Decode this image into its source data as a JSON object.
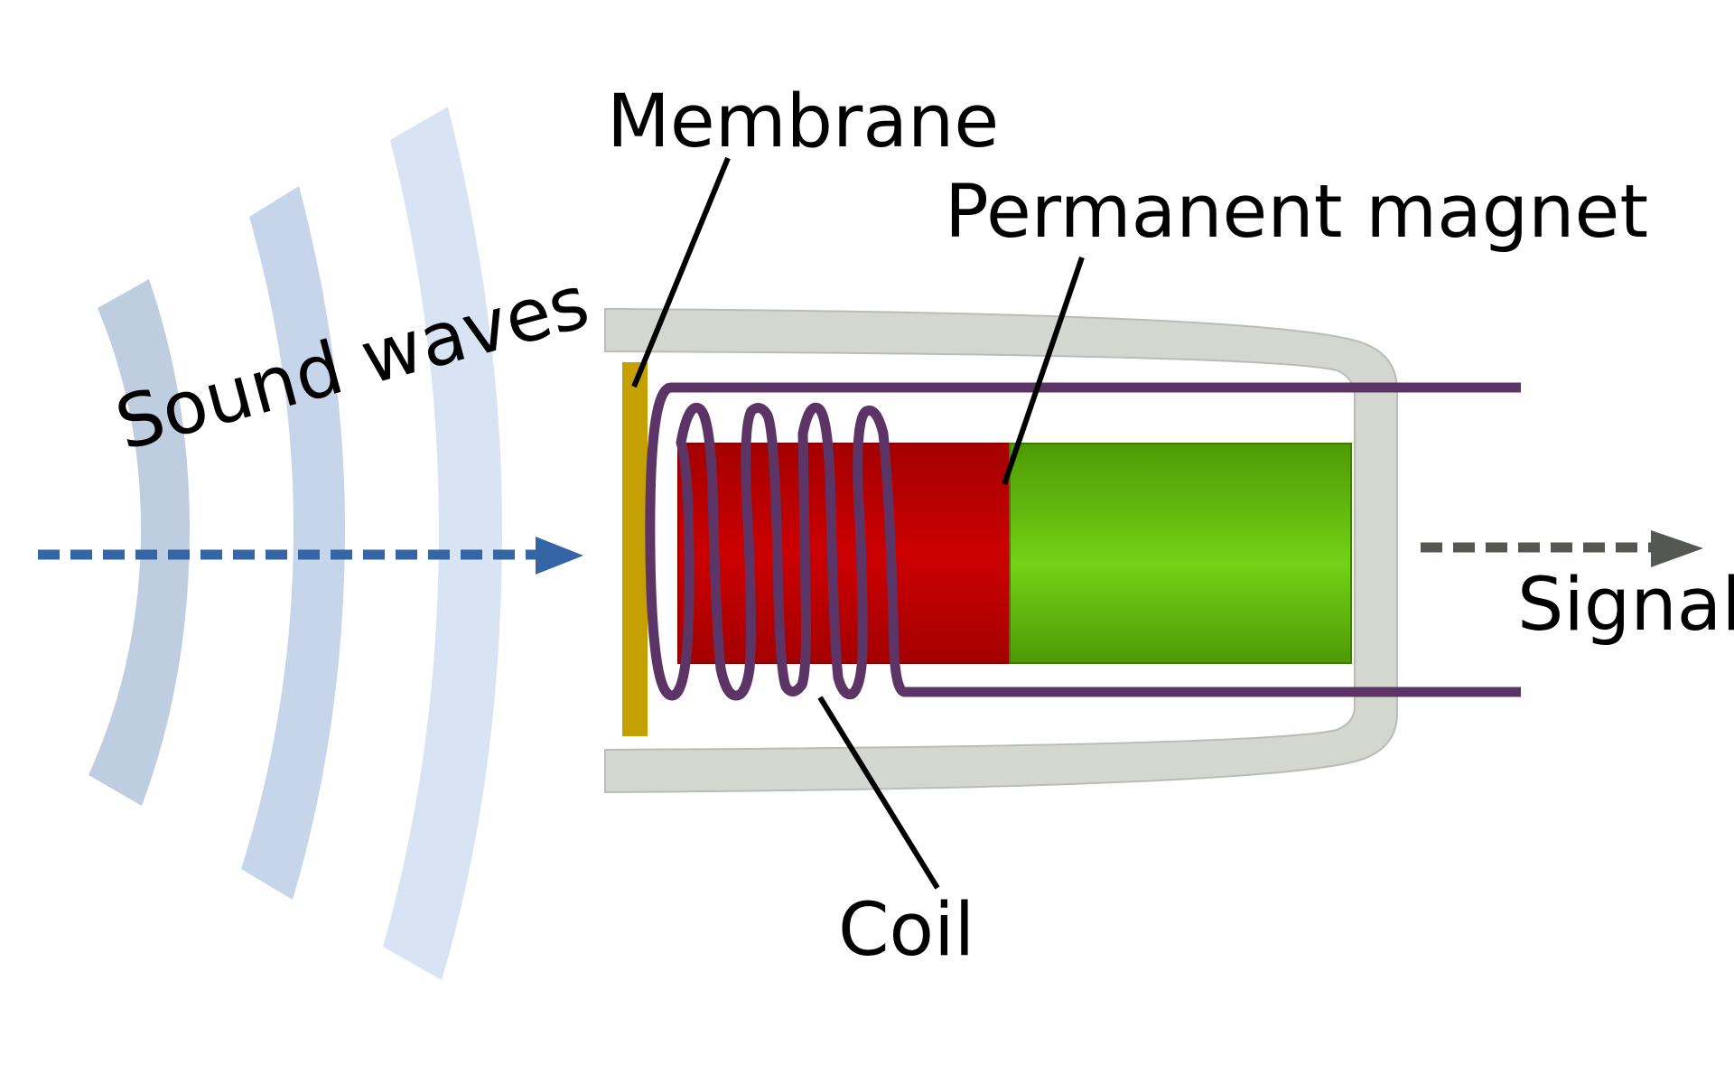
{
  "labels": {
    "membrane": "Membrane",
    "permanent_magnet": "Permanent magnet",
    "sound_waves": "Sound waves",
    "signal": "Signal",
    "coil": "Coil"
  },
  "colors": {
    "wave_1": "#bfcde1",
    "wave_2": "#c6d5e9",
    "wave_3": "#d8e4f3",
    "input_arrow": "#3465a4",
    "output_arrow": "#555753",
    "housing": "#d3d7cf",
    "membrane": "#c4a000",
    "magnet_red": "#cc0000",
    "magnet_green": "#73d216",
    "coil": "#5c3566",
    "leader_line": "#000000"
  }
}
